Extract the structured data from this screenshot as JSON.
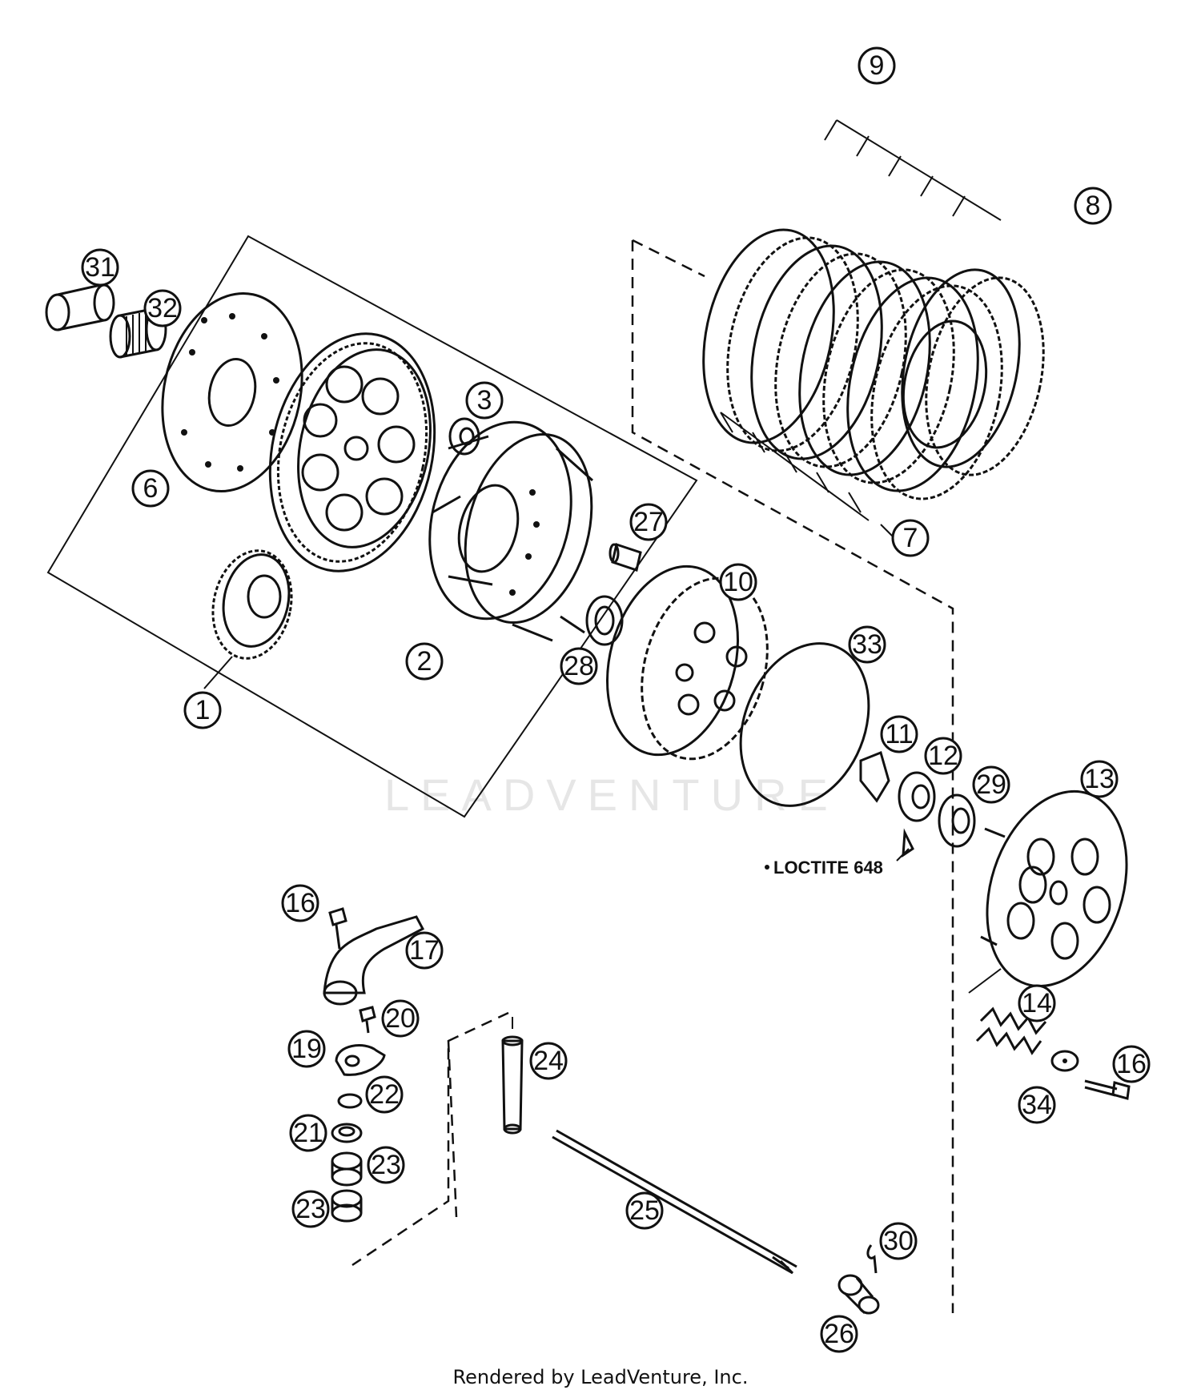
{
  "callouts": [
    {
      "id": "p1",
      "label": "1"
    },
    {
      "id": "p2",
      "label": "2"
    },
    {
      "id": "p3",
      "label": "3"
    },
    {
      "id": "p6",
      "label": "6"
    },
    {
      "id": "p7",
      "label": "7"
    },
    {
      "id": "p8",
      "label": "8"
    },
    {
      "id": "p9",
      "label": "9"
    },
    {
      "id": "p10",
      "label": "10"
    },
    {
      "id": "p11",
      "label": "11"
    },
    {
      "id": "p12",
      "label": "12"
    },
    {
      "id": "p13",
      "label": "13"
    },
    {
      "id": "p14",
      "label": "14"
    },
    {
      "id": "p16a",
      "label": "16"
    },
    {
      "id": "p16b",
      "label": "16"
    },
    {
      "id": "p17",
      "label": "17"
    },
    {
      "id": "p19",
      "label": "19"
    },
    {
      "id": "p20",
      "label": "20"
    },
    {
      "id": "p21",
      "label": "21"
    },
    {
      "id": "p22",
      "label": "22"
    },
    {
      "id": "p23a",
      "label": "23"
    },
    {
      "id": "p23b",
      "label": "23"
    },
    {
      "id": "p24",
      "label": "24"
    },
    {
      "id": "p25",
      "label": "25"
    },
    {
      "id": "p26",
      "label": "26"
    },
    {
      "id": "p27",
      "label": "27"
    },
    {
      "id": "p28",
      "label": "28"
    },
    {
      "id": "p29",
      "label": "29"
    },
    {
      "id": "p30",
      "label": "30"
    },
    {
      "id": "p31",
      "label": "31"
    },
    {
      "id": "p32",
      "label": "32"
    },
    {
      "id": "p33",
      "label": "33"
    },
    {
      "id": "p34",
      "label": "34"
    }
  ],
  "annotation": {
    "loctite": "LOCTITE 648"
  },
  "watermark": "LEADVENTURE",
  "footer": "Rendered by LeadVenture, Inc."
}
